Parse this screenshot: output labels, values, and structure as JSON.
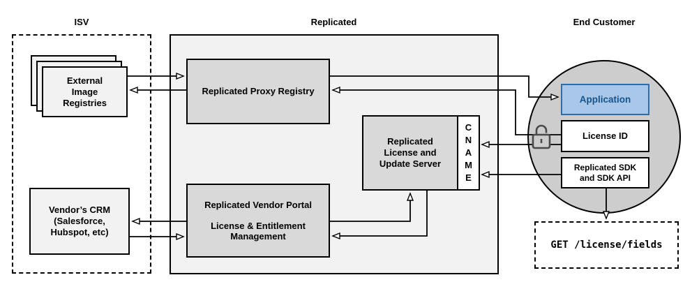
{
  "diagram": {
    "sections": {
      "isv": {
        "label": "ISV"
      },
      "replicated": {
        "label": "Replicated"
      },
      "end_customer": {
        "label": "End Customer"
      }
    },
    "nodes": {
      "external_registries": {
        "label": "External\nImage\nRegistries"
      },
      "proxy_registry": {
        "label": "Replicated Proxy Registry"
      },
      "license_update_server": {
        "label": "Replicated\nLicense and\nUpdate Server"
      },
      "cname": {
        "label": "C\nN\nA\nM\nE"
      },
      "vendor_portal": {
        "label": "Replicated Vendor Portal\n\nLicense & Entitlement\nManagement"
      },
      "vendors_crm": {
        "label": "Vendor’s CRM\n(Salesforce,\nHubspot, etc)"
      },
      "application": {
        "label": "Application"
      },
      "license_id": {
        "label": "License ID"
      },
      "replicated_sdk": {
        "label": "Replicated SDK\nand SDK API"
      },
      "get_request": {
        "label": "GET /license/fields"
      }
    },
    "icons": {
      "lock": "open-padlock-icon"
    },
    "edges": [
      {
        "from": "external-image-registries",
        "to": "replicated-proxy-registry"
      },
      {
        "from": "replicated-proxy-registry",
        "to": "external-image-registries"
      },
      {
        "from": "replicated-proxy-registry",
        "to": "application"
      },
      {
        "from": "license-id",
        "to": "replicated-proxy-registry"
      },
      {
        "from": "license-id",
        "to": "cname"
      },
      {
        "from": "replicated-sdk",
        "to": "cname"
      },
      {
        "from": "vendor-portal",
        "to": "vendors-crm"
      },
      {
        "from": "vendors-crm",
        "to": "vendor-portal"
      },
      {
        "from": "vendor-portal",
        "to": "license-update-server"
      },
      {
        "from": "license-update-server",
        "to": "vendor-portal"
      },
      {
        "from": "replicated-sdk",
        "to": "get-license-fields"
      }
    ],
    "colors": {
      "frame_fill": "#f2f2f2",
      "node_fill": "#d9d9d9",
      "circle_fill": "#cdcdcd",
      "white_fill": "#ffffff",
      "application_fill": "#a9c7e8",
      "application_border": "#2e6cab",
      "application_text": "#16548f",
      "line": "#000000",
      "lock_stroke": "#4a4a4a"
    }
  }
}
